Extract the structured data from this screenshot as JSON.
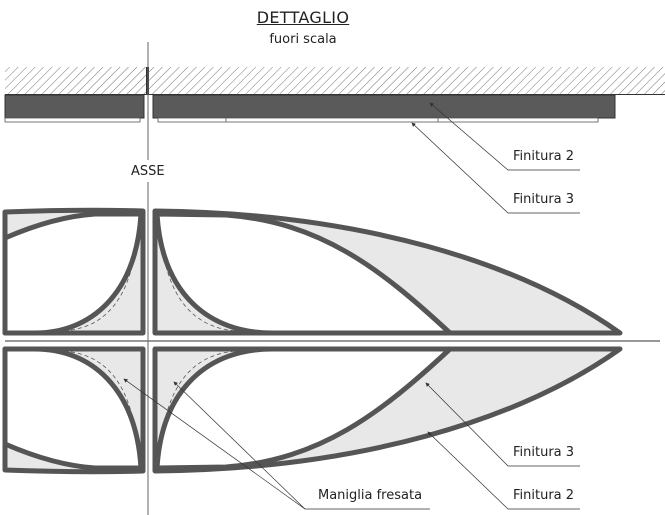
{
  "title": "DETTAGLIO",
  "subtitle": "fuori scala",
  "axis_label": "ASSE",
  "labels": {
    "top_finish_2": "Finitura 2",
    "top_finish_3": "Finitura 3",
    "bottom_finish_3": "Finitura 3",
    "bottom_finish_2": "Finitura 2",
    "handle": "Maniglia fresata"
  },
  "colors": {
    "panel": "#5a5a5a",
    "fill": "#e8e8e8",
    "line": "#333333"
  }
}
